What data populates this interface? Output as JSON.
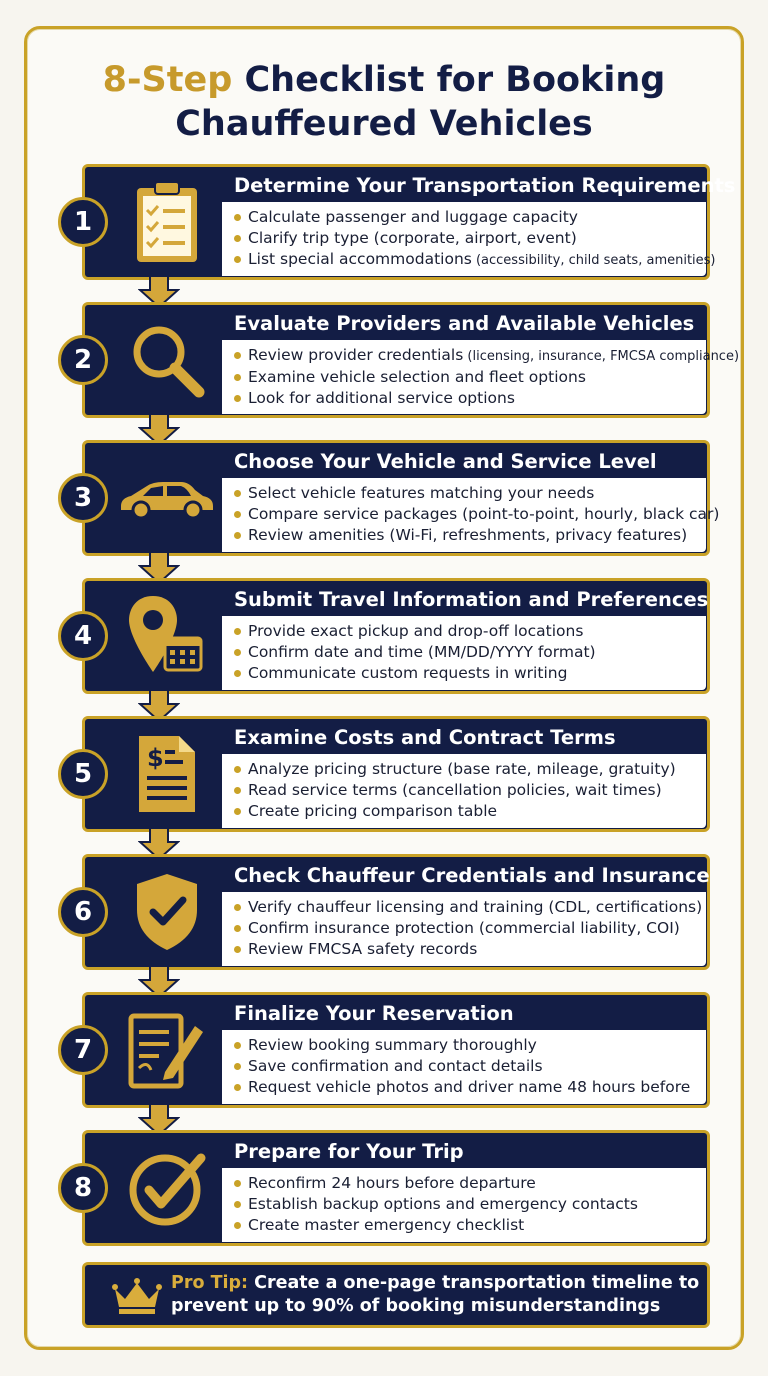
{
  "title": {
    "highlight": "8-Step",
    "rest_line1": " Checklist for Booking",
    "line2": "Chauffeured Vehicles"
  },
  "colors": {
    "navy": "#131d45",
    "gold": "#c9a227",
    "background": "#fbfaf6"
  },
  "steps": [
    {
      "number": "1",
      "icon": "clipboard-checklist-icon",
      "heading": "Determine Your Transportation Requirements",
      "bullets": [
        {
          "text": "Calculate passenger and luggage capacity"
        },
        {
          "text": "Clarify trip type (corporate, airport, event)"
        },
        {
          "text": "List special accommodations",
          "small": " (accessibility, child seats, amenities)"
        }
      ]
    },
    {
      "number": "2",
      "icon": "magnifying-glass-icon",
      "heading": "Evaluate Providers and Available Vehicles",
      "bullets": [
        {
          "text": "Review provider credentials",
          "small": " (licensing, insurance, FMCSA compliance)"
        },
        {
          "text": "Examine vehicle selection and fleet options"
        },
        {
          "text": "Look for additional service options"
        }
      ]
    },
    {
      "number": "3",
      "icon": "car-icon",
      "heading": "Choose Your Vehicle and Service Level",
      "bullets": [
        {
          "text": "Select vehicle features matching your needs"
        },
        {
          "text": "Compare service packages (point-to-point, hourly, black car)"
        },
        {
          "text": "Review amenities (Wi-Fi, refreshments, privacy features)"
        }
      ]
    },
    {
      "number": "4",
      "icon": "location-calendar-icon",
      "heading": "Submit Travel Information and Preferences",
      "bullets": [
        {
          "text": "Provide exact pickup and drop-off locations"
        },
        {
          "text": "Confirm date and time (MM/DD/YYYY format)"
        },
        {
          "text": "Communicate custom requests in writing"
        }
      ]
    },
    {
      "number": "5",
      "icon": "invoice-dollar-icon",
      "heading": "Examine Costs and Contract Terms",
      "bullets": [
        {
          "text": "Analyze pricing structure (base rate, mileage, gratuity)"
        },
        {
          "text": "Read service terms (cancellation policies, wait times)"
        },
        {
          "text": "Create pricing comparison table"
        }
      ]
    },
    {
      "number": "6",
      "icon": "shield-check-icon",
      "heading": "Check Chauffeur Credentials and Insurance",
      "bullets": [
        {
          "text": "Verify chauffeur licensing and training (CDL, certifications)"
        },
        {
          "text": "Confirm insurance protection (commercial liability, COI)"
        },
        {
          "text": "Review FMCSA safety records"
        }
      ]
    },
    {
      "number": "7",
      "icon": "document-pen-icon",
      "heading": "Finalize Your Reservation",
      "bullets": [
        {
          "text": "Review booking summary thoroughly"
        },
        {
          "text": "Save confirmation and contact details"
        },
        {
          "text": "Request vehicle photos and driver name 48 hours before"
        }
      ]
    },
    {
      "number": "8",
      "icon": "circle-check-icon",
      "heading": "Prepare for Your Trip",
      "bullets": [
        {
          "text": "Reconfirm 24 hours before departure"
        },
        {
          "text": "Establish backup options and emergency contacts"
        },
        {
          "text": "Create master emergency checklist"
        }
      ]
    }
  ],
  "tip": {
    "icon": "crown-icon",
    "label": "Pro Tip:",
    "text": " Create a one-page transportation timeline to prevent up to 90% of booking misunderstandings"
  }
}
